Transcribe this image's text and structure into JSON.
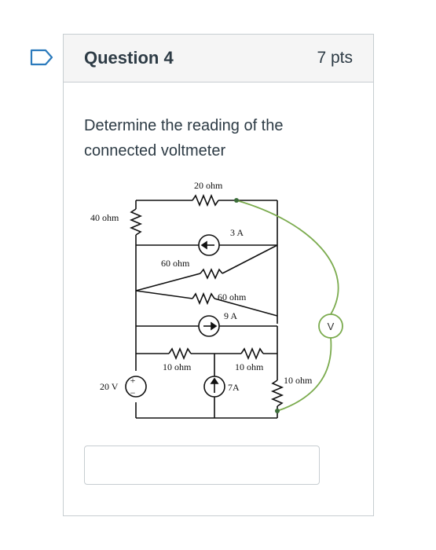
{
  "question": {
    "title": "Question 4",
    "points": "7 pts",
    "text": "Determine the reading of the connected voltmeter",
    "answer_value": ""
  },
  "circuit": {
    "labels": {
      "r_top": "20 ohm",
      "r_left": "40 ohm",
      "src_3a": "3 A",
      "r_60a": "60 ohm",
      "r_60b": "60 ohm",
      "src_9a": "9 A",
      "r_10a": "10 ohm",
      "r_10b": "10 ohm",
      "r_10c": "10 ohm",
      "v_src": "20 V",
      "src_7a": "7A",
      "meter": "V"
    },
    "colors": {
      "meter_wire": "#7bab4e",
      "wire": "#111111"
    }
  },
  "icons": {
    "flag": "flag-icon"
  }
}
